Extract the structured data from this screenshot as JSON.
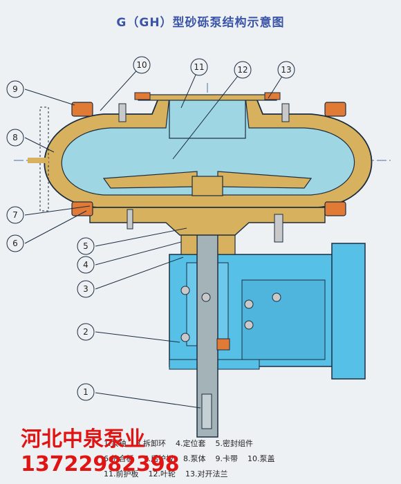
{
  "title": "G（GH）型砂砾泵结构示意图",
  "callouts": [
    "1",
    "2",
    "3",
    "4",
    "5",
    "6",
    "7",
    "8",
    "9",
    "10",
    "11",
    "12",
    "13"
  ],
  "legend": [
    [
      "1.泵轴",
      "3.拆卸环",
      "4.定位套",
      "5.密封组件"
    ],
    [
      "6.护合板",
      "7.后护板",
      "8.泵体",
      "9.卡带",
      "10.泵盖"
    ],
    [
      "11.前护板",
      "12.叶轮",
      "13.对开法兰"
    ]
  ],
  "brand": {
    "name": "河北中泉泵业",
    "phone": "13722982398"
  },
  "colors": {
    "casing": "#d7b15e",
    "liner": "#9fd6e4",
    "bracket": "#57c0e6",
    "clamp": "#e07a35",
    "brand": "#e11414"
  }
}
